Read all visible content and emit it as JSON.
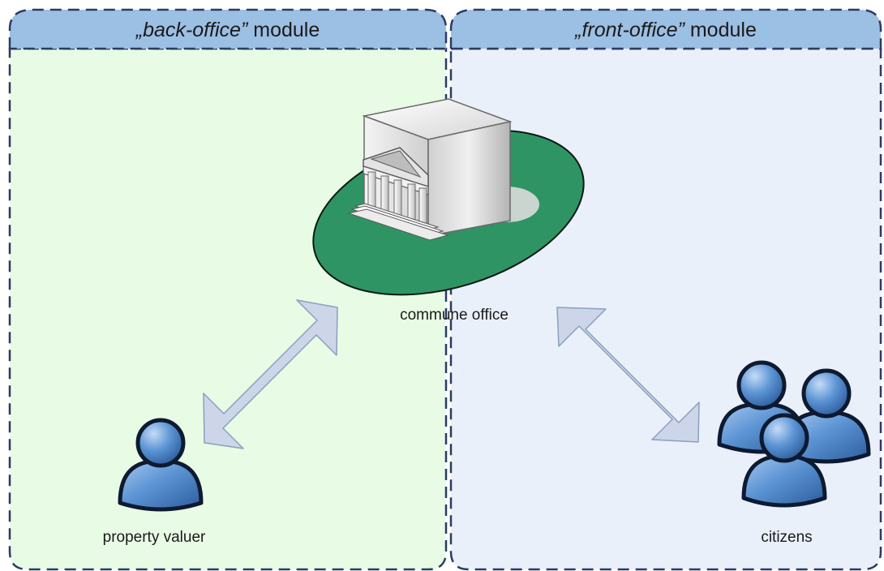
{
  "modules": {
    "back_office": {
      "quoted_name": "„back-office”",
      "suffix": " module",
      "fill": "#e8fbe4"
    },
    "front_office": {
      "quoted_name": "„front-office”",
      "suffix": " module",
      "fill": "#eaf0fa"
    },
    "header_fill": "#9cbfe4",
    "border_color": "#2c3b63"
  },
  "nodes": {
    "commune_office": {
      "label": "commune office",
      "icon": "government-building-icon",
      "base_color": "#2e9464"
    },
    "property_valuer": {
      "label": "property valuer",
      "icon": "person-icon"
    },
    "citizens": {
      "label": "citizens",
      "icon": "people-group-icon"
    }
  },
  "connections": [
    {
      "from": "property_valuer",
      "to": "commune_office",
      "type": "bidirectional"
    },
    {
      "from": "commune_office",
      "to": "citizens",
      "type": "bidirectional"
    }
  ],
  "colors": {
    "person_fill": "#5c94d4",
    "person_outline": "#0e1a30",
    "arrow_fill": "#ccd6e8",
    "arrow_stroke": "#8a9fc0"
  }
}
